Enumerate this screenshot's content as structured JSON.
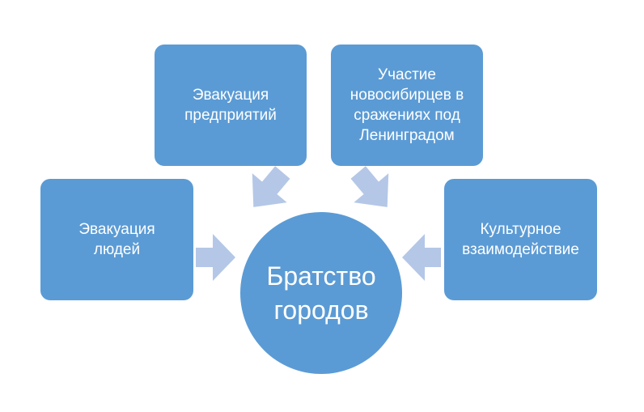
{
  "diagram": {
    "center": {
      "label": "Братство\nгородов"
    },
    "nodes": [
      {
        "id": "people",
        "label": "Эвакуация\nлюдей"
      },
      {
        "id": "enterprises",
        "label": "Эвакуация\nпредприятий"
      },
      {
        "id": "leningrad",
        "label": "Участие\nновосибирцев в\nсражениях под\nЛенинградом"
      },
      {
        "id": "culture",
        "label": "Культурное\nвзаимодействие"
      }
    ],
    "colors": {
      "node_fill": "#5b9bd5",
      "arrow_fill": "#b4c7e7",
      "text": "#ffffff"
    }
  }
}
